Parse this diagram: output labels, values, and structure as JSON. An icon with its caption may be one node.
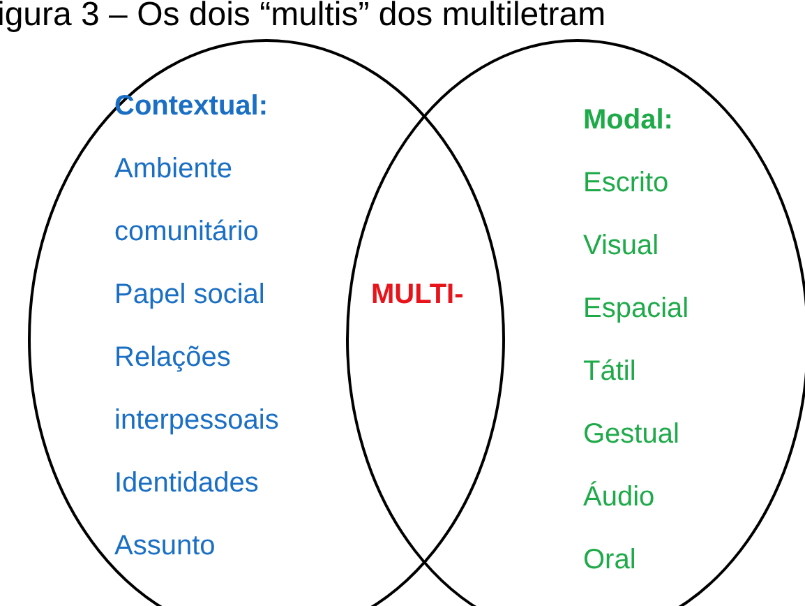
{
  "diagram": {
    "title": "igura 3 – Os dois “multis” dos multiletram",
    "nodes": [
      {
        "text": [
          "Contextual:",
          "Ambiente comunitário",
          "Papel social",
          "Relações interpessoais",
          "Identidades",
          "Assunto"
        ]
      },
      {
        "text": [
          "Modal:",
          "Escrito",
          "Visual",
          "Espacial",
          "Tátil",
          "Gestual",
          "Áudio",
          "Oral"
        ]
      }
    ],
    "edges": [],
    "labels": [
      "MULTI-"
    ]
  }
}
